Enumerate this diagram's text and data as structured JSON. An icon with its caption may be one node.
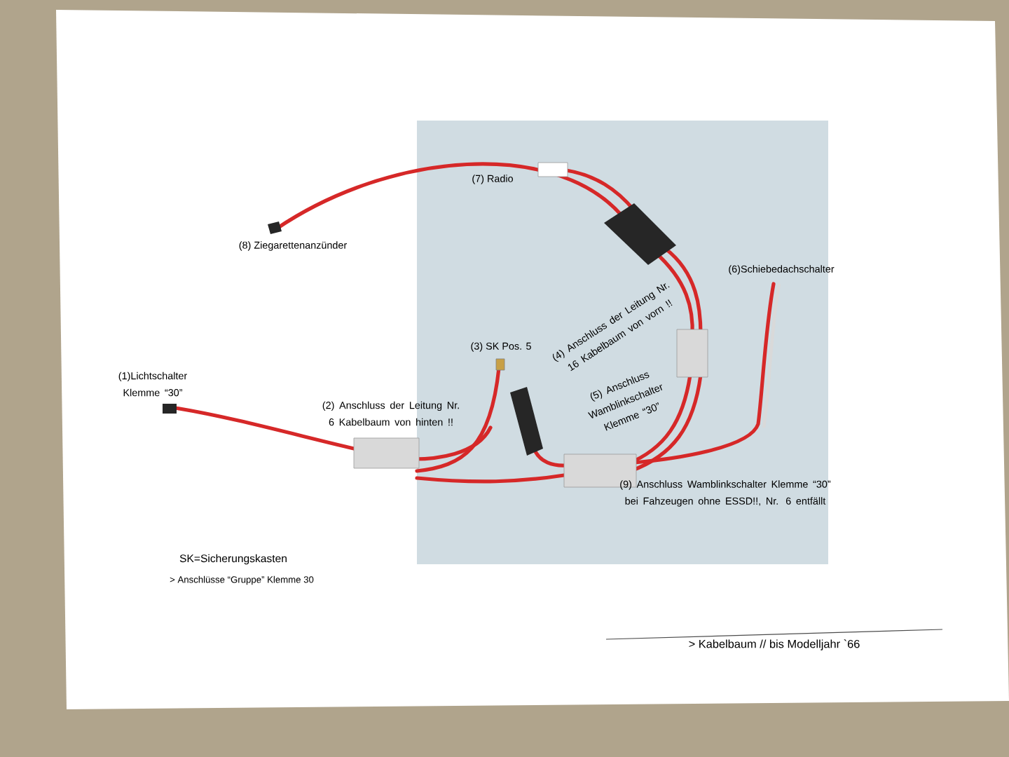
{
  "diagram": {
    "labels": [
      "(7) Radio",
      "(8) Ziegarettenanzünder",
      "(6)Schiebedachschalter",
      "(4) Anschluss der Leitung Nr. 16 Kabelbaum von vorn !!",
      "(3) SK Pos. 5",
      "(1)Lichtschalter Klemme “30”",
      "(5) Anschluss Wamblinkschalter Klemme “30”",
      "(2) Anschluss der Leitung Nr. 6 Kabelbaum von hinten !!",
      "(9) Anschluss Wamblinkschalter Klemme “30” bei Fahzeugen ohne ESSD!!, Nr. 6 entfällt",
      "SK=Sicherungskasten",
      "> Anschlüsse “Gruppe” Klemme 30",
      "> Kabelbaum // bis Modelljahr `66"
    ]
  }
}
